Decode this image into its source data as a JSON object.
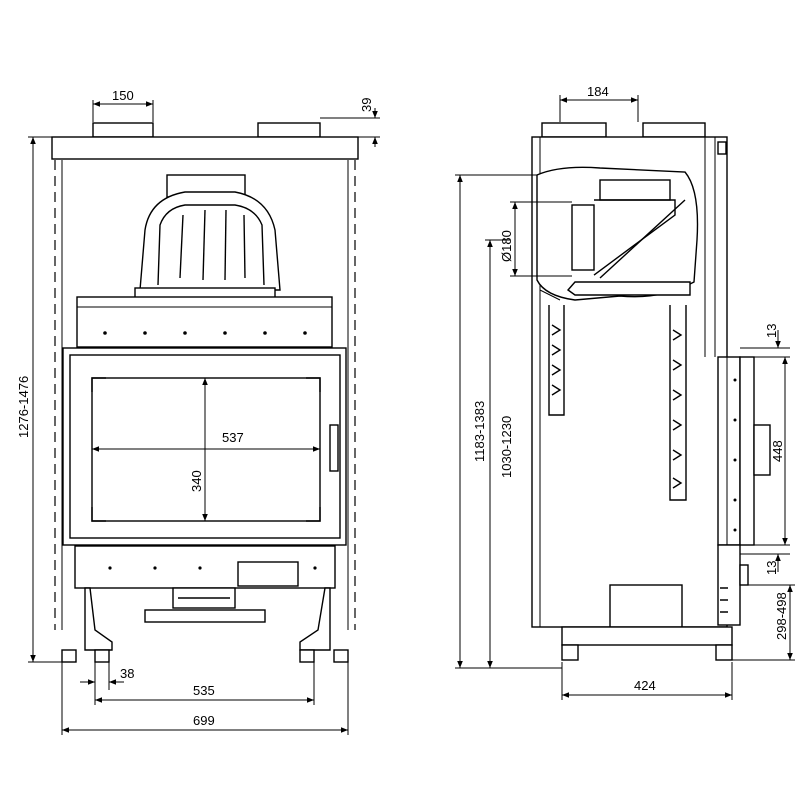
{
  "front_view": {
    "dimensions": {
      "flue_width": "150",
      "top_offset": "39",
      "total_height": "1276-1476",
      "glass_width": "537",
      "glass_height": "340",
      "leg_offset": "38",
      "inner_width": "535",
      "overall_width": "699"
    }
  },
  "side_view": {
    "dimensions": {
      "flue_offset": "184",
      "flue_diameter": "Ø180",
      "height_a": "1183-1383",
      "height_b": "1030-1230",
      "door_top_gap": "13",
      "door_height": "448",
      "door_bottom_gap": "13",
      "base_height": "298-498",
      "depth": "424"
    }
  }
}
